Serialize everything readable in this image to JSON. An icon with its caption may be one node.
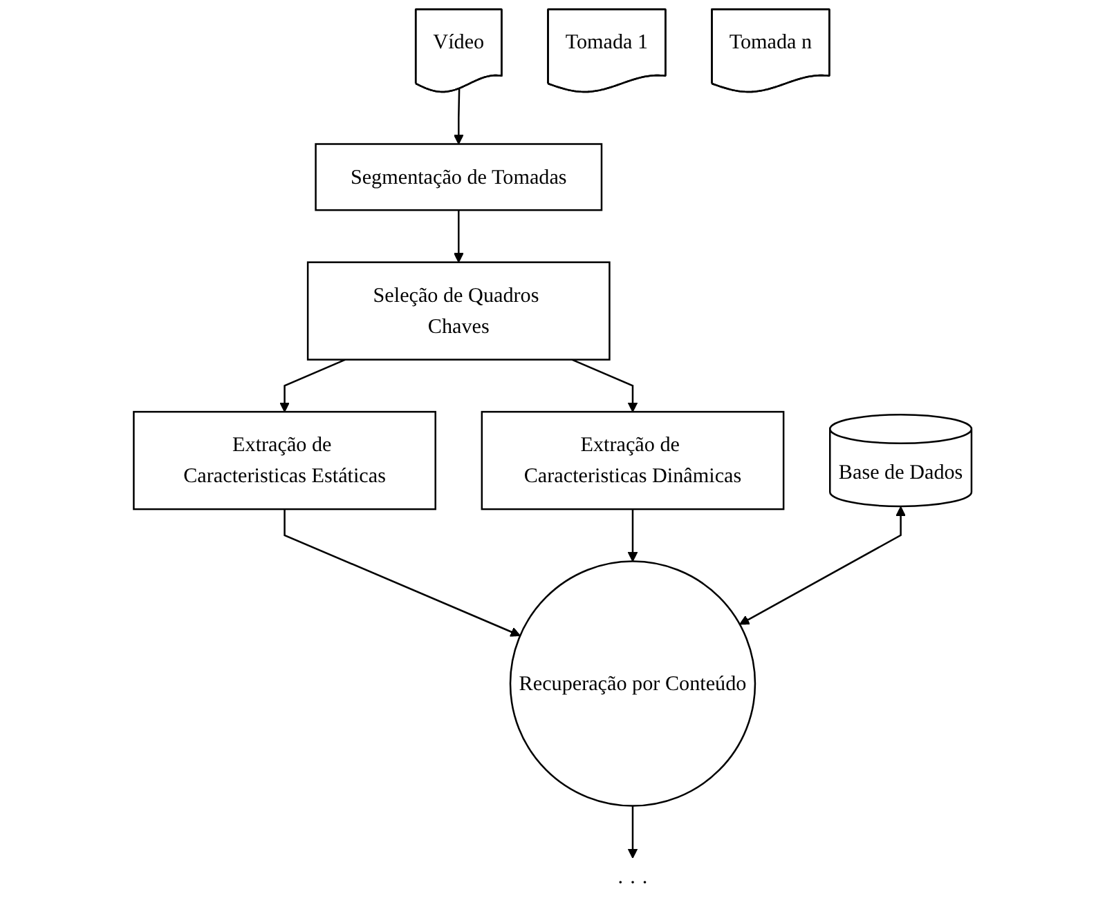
{
  "diagram": {
    "nodes": [
      {
        "text": [
          "Vídeo"
        ]
      },
      {
        "text": [
          "Segmentação de Tomadas"
        ]
      },
      {
        "text": [
          "Seleção de Quadros Chaves"
        ]
      },
      {
        "text": [
          "Extração de Caracteristicas Estáticas"
        ]
      },
      {
        "text": [
          "Extração de Caracteristicas Dinâmicas"
        ]
      },
      {
        "text": [
          "Base de Dados"
        ]
      },
      {
        "text": [
          "Recuperação por Conteúdo"
        ]
      },
      {
        "text": [
          "Tomada 1"
        ]
      },
      {
        "text": [
          "· · ·"
        ]
      },
      {
        "text": [
          "Tomada n"
        ]
      }
    ],
    "edges": [
      {
        "from": 0,
        "to": 1,
        "arrow": "to"
      },
      {
        "from": 1,
        "to": 2,
        "arrow": "to"
      },
      {
        "from": 2,
        "to": 3,
        "arrow": "to"
      },
      {
        "from": 2,
        "to": 4,
        "arrow": "to"
      },
      {
        "from": 3,
        "to": 6,
        "arrow": "to"
      },
      {
        "from": 4,
        "to": 6,
        "arrow": "to"
      },
      {
        "from": 5,
        "to": 6,
        "arrow": "both"
      },
      {
        "from": 6,
        "to": 8,
        "arrow": "to"
      }
    ]
  }
}
